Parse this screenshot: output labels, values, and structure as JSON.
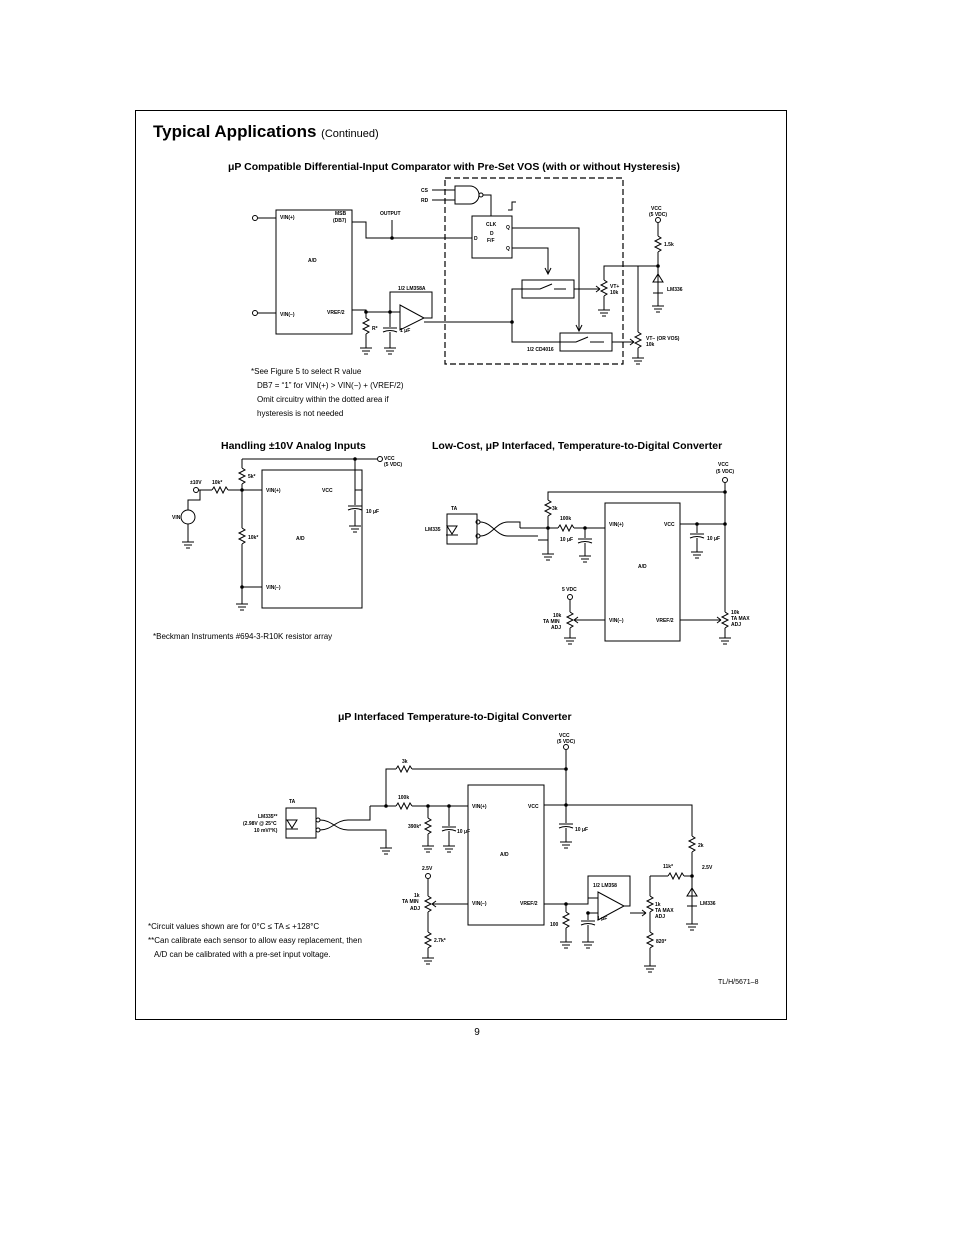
{
  "page_title": "Typical Applications",
  "page_title_suffix": "(Continued)",
  "page_number": "9",
  "doc_reference": "TL/H/5671–8",
  "fig1": {
    "title": "μP Compatible Differential-Input Comparator with Pre-Set VOS (with or without Hysteresis)",
    "labels": {
      "vin_plus": "VIN(+)",
      "vin_minus": "VIN(−)",
      "msb": "MSB",
      "db7": "(DB7)",
      "output": "OUTPUT",
      "ad": "A/D",
      "vref2": "VREF/2",
      "cs": "CS",
      "rd": "RD",
      "clk": "CLK",
      "d": "D",
      "ff": "F/F",
      "q": "Q",
      "qbar": "Q",
      "lm358a": "1/2 LM358A",
      "cd4016": "1/2 CD4016",
      "vcc": "VCC",
      "vcc5": "(5 VDC)",
      "r15k": "1.5k",
      "lm336": "LM336",
      "vtp": "VT+",
      "r10k_a": "10k",
      "vtm": "VT− (OR VOS)",
      "r10k_b": "10k",
      "rstar": "R*",
      "c1uf": "1 μF"
    },
    "notes": [
      "*See Figure 5 to select R value",
      "DB7 = “1” for VIN(+) > VIN(−) + (VREF/2)",
      "Omit circuitry within the dotted area if",
      "hysteresis is not needed"
    ]
  },
  "fig2": {
    "title": "Handling ±10V Analog Inputs",
    "labels": {
      "v10": "±10V",
      "r10k": "10k*",
      "r5k": "5k*",
      "vin": "VIN",
      "vin_plus": "VIN(+)",
      "vin_minus": "VIN(−)",
      "vcc": "VCC",
      "vcc_top": "VCC",
      "vcc5": "(5 VDC)",
      "c10uf": "10 μF",
      "r10k_b": "10k*",
      "ad": "A/D"
    },
    "note": "*Beckman Instruments #694-3-R10K resistor array"
  },
  "fig3": {
    "title": "Low-Cost, μP Interfaced, Temperature-to-Digital Converter",
    "labels": {
      "vcc_top": "VCC",
      "vcc5": "(5 VDC)",
      "ta": "TA",
      "lm335": "LM335",
      "r3k": "3k",
      "r100k": "100k",
      "c10uf": "10 μF",
      "vin_plus": "VIN(+)",
      "vin_minus": "VIN(−)",
      "vcc": "VCC",
      "ad": "A/D",
      "c10uf_b": "10 μF",
      "v5": "5 VDC",
      "r10k_min": "10k",
      "ta_min": "TA MIN",
      "adj": "ADJ",
      "vref2": "VREF/2",
      "r10k_max": "10k",
      "ta_max": "TA MAX",
      "adj2": "ADJ"
    }
  },
  "fig4": {
    "title": "μP Interfaced Temperature-to-Digital Converter",
    "labels": {
      "vcc_top": "VCC",
      "vcc5": "(5 VDC)",
      "r3k": "3k",
      "ta": "TA",
      "lm335": "LM335**",
      "lm335_b": "(2.98V @ 25°C",
      "lm335_c": "10 mV/°K)",
      "r100k": "100k",
      "r390k": "390k*",
      "c10uf": "10 μF",
      "vin_plus": "VIN(+)",
      "vcc": "VCC",
      "c10uf_b": "10 μF",
      "r2k": "2k",
      "ad": "A/D",
      "v25": "2.5V",
      "r1k_min": "1k",
      "ta_min": "TA MIN",
      "adj": "ADJ",
      "vin_minus": "VIN(−)",
      "vref2": "VREF/2",
      "lm358": "1/2 LM358",
      "r11k": "11k*",
      "v25b": "2.5V",
      "r1k_max": "1k",
      "ta_max": "TA MAX",
      "adj2": "ADJ",
      "lm336": "LM336",
      "r100": "100",
      "c1uf": "1 μF",
      "r27k": "2.7k*",
      "r820": "820*"
    },
    "notes": [
      "*Circuit values shown are for 0°C ≤ TA ≤ +128°C",
      "**Can calibrate each sensor to allow easy replacement, then",
      "A/D can be calibrated with a pre-set input voltage."
    ]
  }
}
